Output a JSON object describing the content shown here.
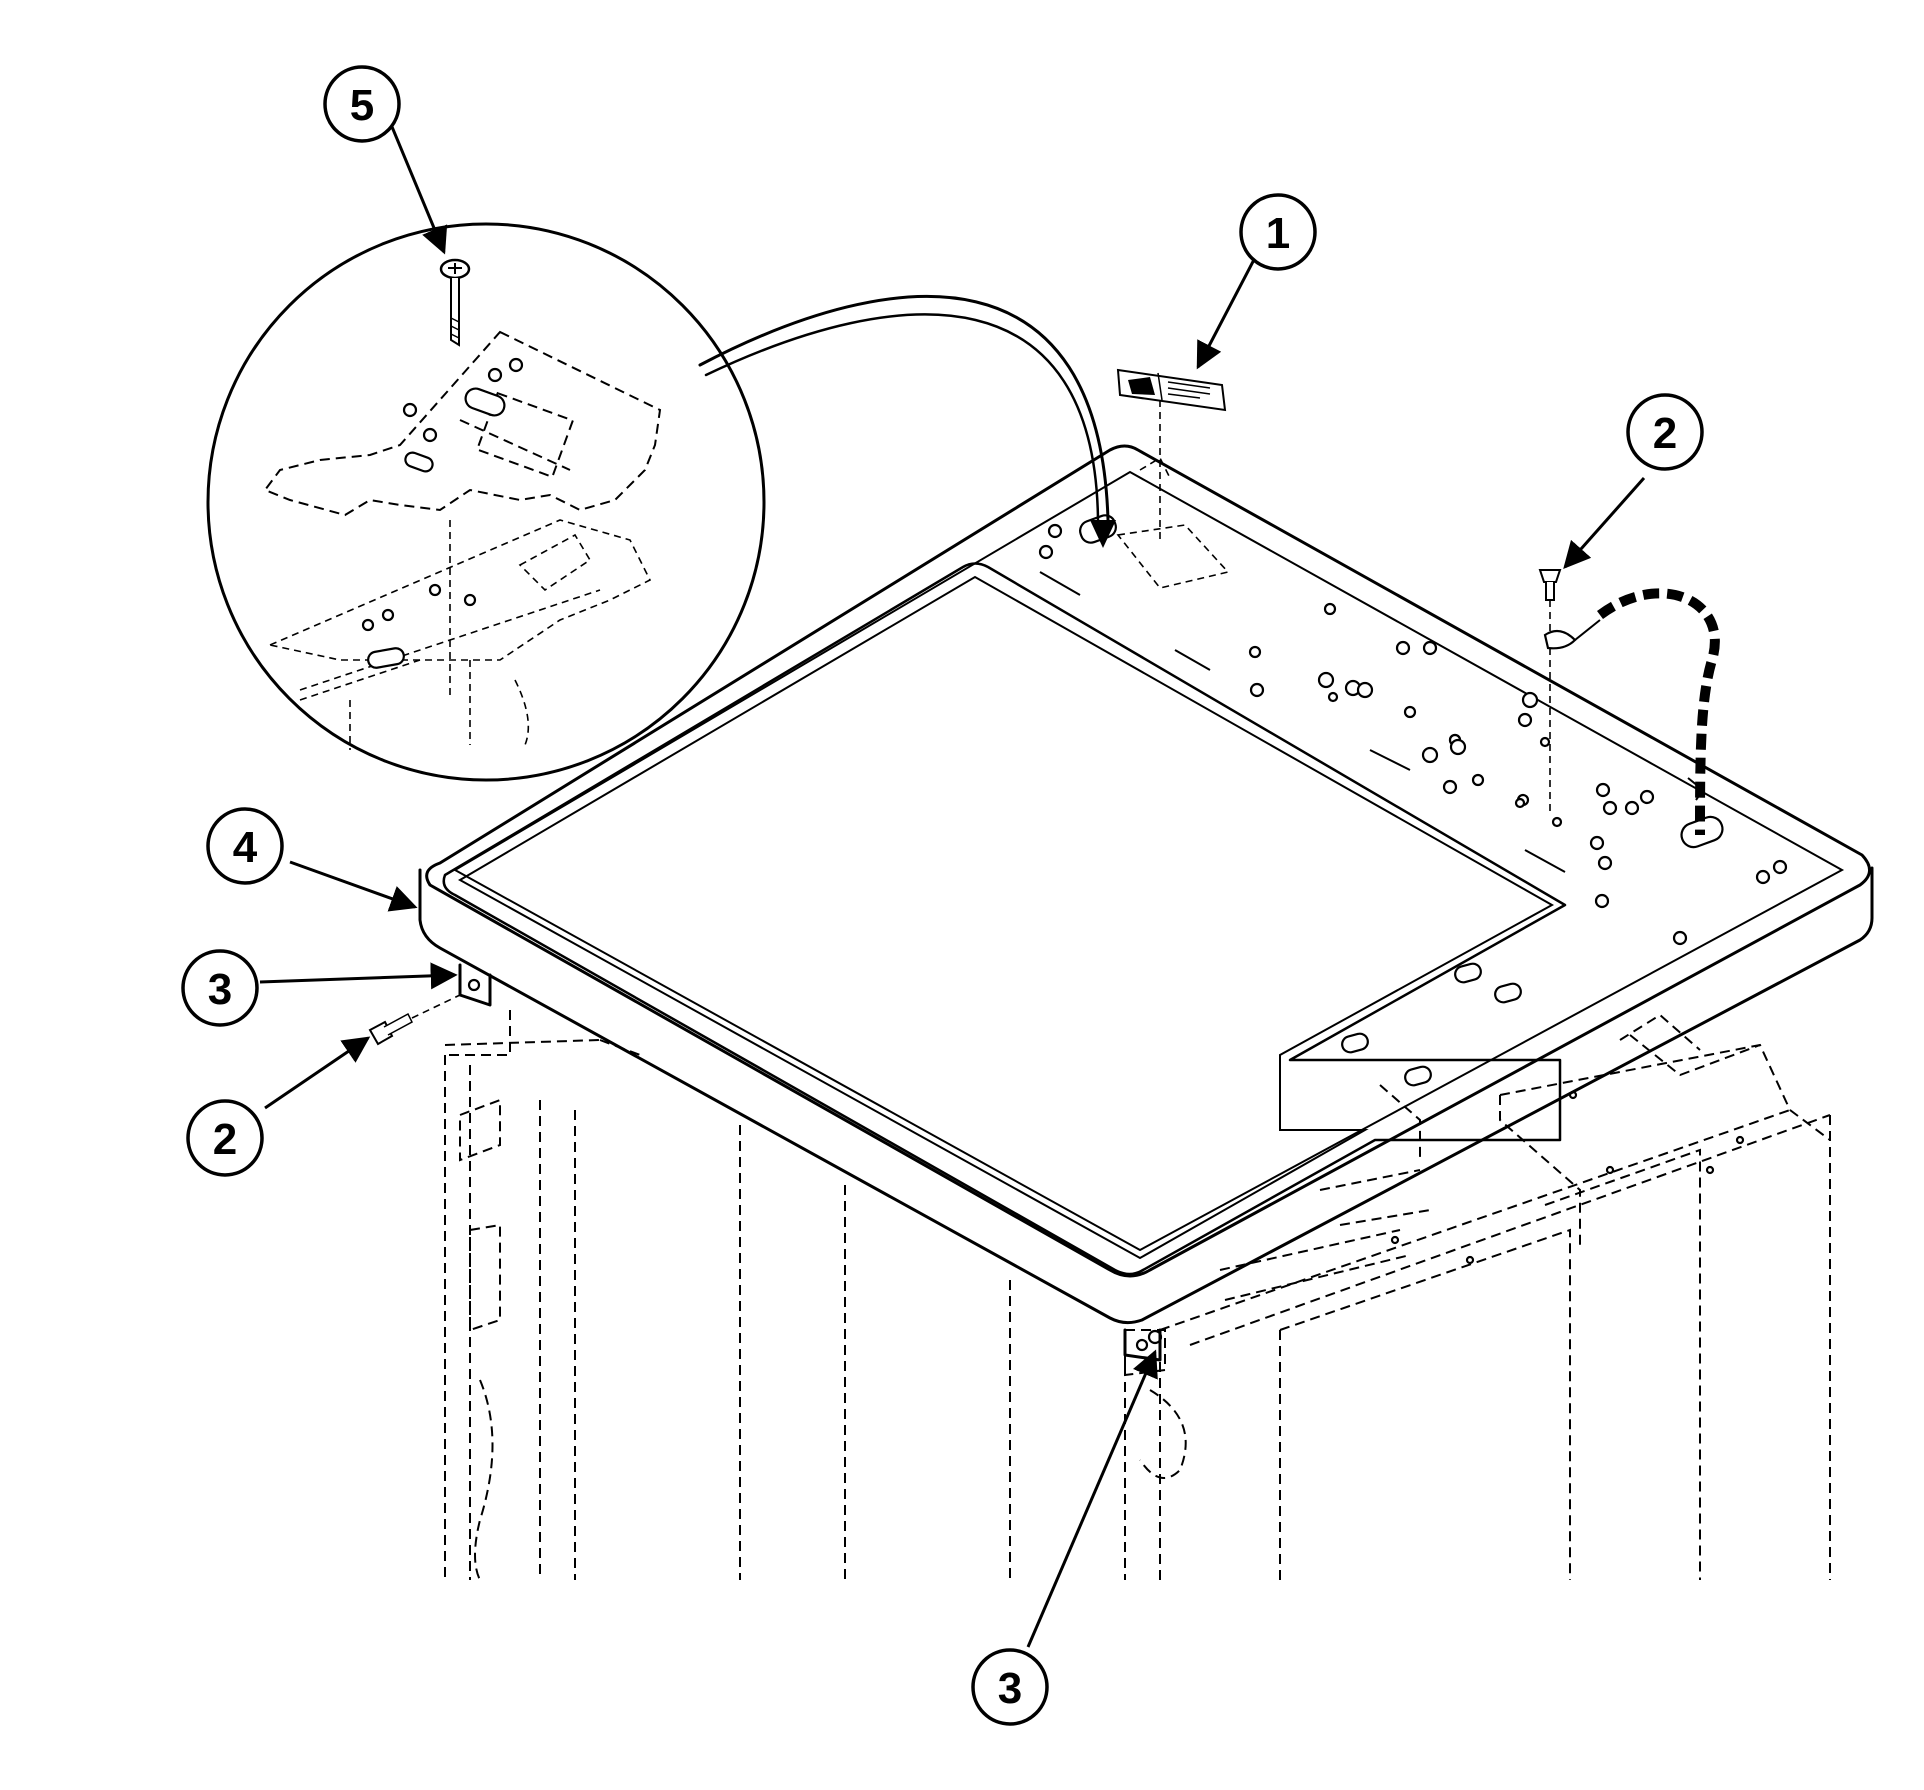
{
  "callouts": {
    "c1": "1",
    "c2a": "2",
    "c2b": "2",
    "c3a": "3",
    "c3b": "3",
    "c4": "4",
    "c5": "5"
  },
  "colors": {
    "ink": "#000000",
    "paper": "#ffffff"
  }
}
